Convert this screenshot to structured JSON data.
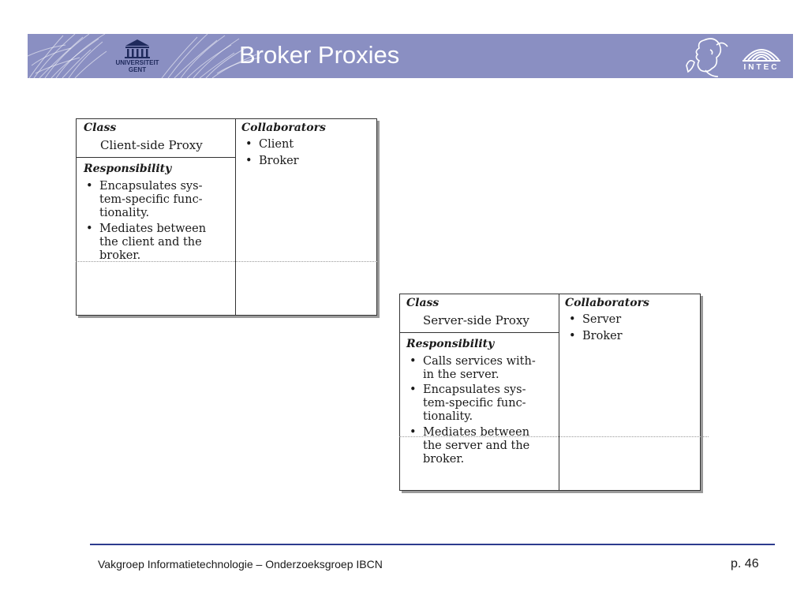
{
  "slide": {
    "title": "Broker Proxies",
    "logos": {
      "university_line1": "UNIVERSITEIT",
      "university_line2": "GENT",
      "intec": "INTEC"
    }
  },
  "cards": {
    "client": {
      "class_heading": "Class",
      "class_name": "Client-side Proxy",
      "collaborators_heading": "Collaborators",
      "collaborators": [
        "Client",
        "Broker"
      ],
      "responsibility_heading": "Responsibility",
      "responsibilities": [
        [
          "Encapsulates sys-",
          "tem-specific func-",
          "tionality."
        ],
        [
          "Mediates between",
          "the client and the",
          "broker."
        ]
      ]
    },
    "server": {
      "class_heading": "Class",
      "class_name": "Server-side Proxy",
      "collaborators_heading": "Collaborators",
      "collaborators": [
        "Server",
        "Broker"
      ],
      "responsibility_heading": "Responsibility",
      "responsibilities": [
        [
          "Calls services with-",
          "in the server."
        ],
        [
          "Encapsulates sys-",
          "tem-specific func-",
          "tionality."
        ],
        [
          "Mediates between",
          "the server and the",
          "broker."
        ]
      ]
    }
  },
  "footer": {
    "text": "Vakgroep Informatietechnologie – Onderzoeksgroep IBCN",
    "page": "p. 46"
  },
  "colors": {
    "header_bg": "#8a8fc2",
    "footer_rule": "#2d3c8e"
  }
}
